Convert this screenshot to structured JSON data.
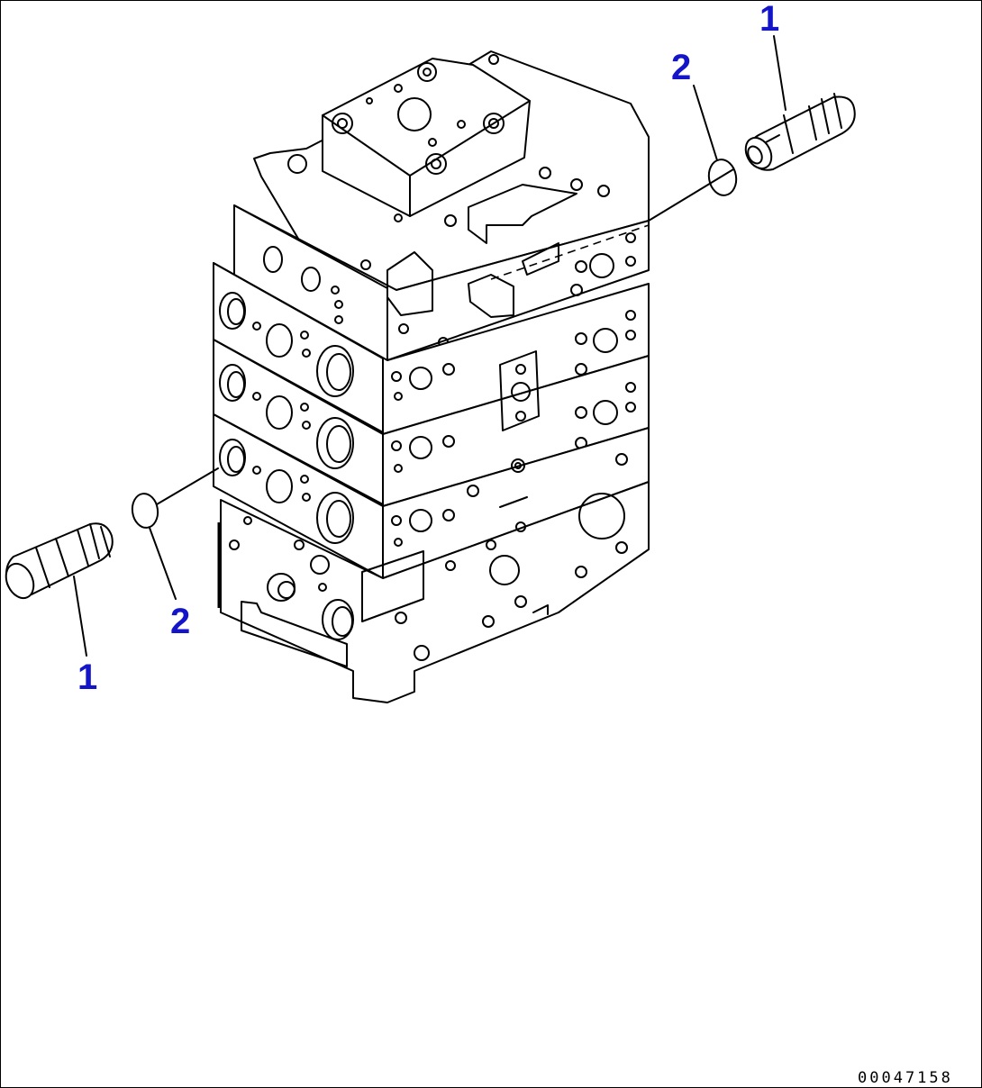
{
  "callouts": {
    "relief_valve_right": "1",
    "o_ring_right": "2",
    "o_ring_left": "2",
    "relief_valve_left": "1"
  },
  "drawing_id": "00047158",
  "colors": {
    "callout": "#1414c8",
    "line": "#000000",
    "background": "#ffffff"
  }
}
